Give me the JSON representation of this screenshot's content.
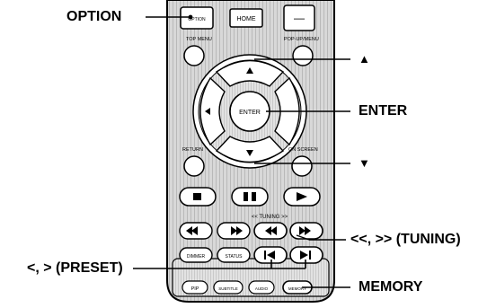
{
  "callouts": {
    "option": "OPTION",
    "enter": "ENTER",
    "up_arrow": "▲",
    "down_arrow": "▼",
    "tuning": "<<, >> (TUNING)",
    "preset": "<, > (PRESET)",
    "memory": "MEMORY"
  },
  "remote": {
    "buttons": {
      "option": "OPTION",
      "home": "HOME",
      "minus": "—",
      "top_menu": "TOP MENU",
      "popup_menu": "POP-UP/MENU",
      "enter": "ENTER",
      "return": "RETURN",
      "on_screen": "ON SCREEN",
      "tuning": "<<  TUNING  >>",
      "dimmer": "DIMMER",
      "status": "STATUS",
      "pip": "PIP",
      "subtitle": "SUBTITLE",
      "audio": "AUDIO",
      "memory": "MEMORY"
    }
  },
  "colors": {
    "remote_body": "#d2d2d2",
    "hatch": "#a8a8a8",
    "line": "#000000",
    "background": "#ffffff"
  }
}
